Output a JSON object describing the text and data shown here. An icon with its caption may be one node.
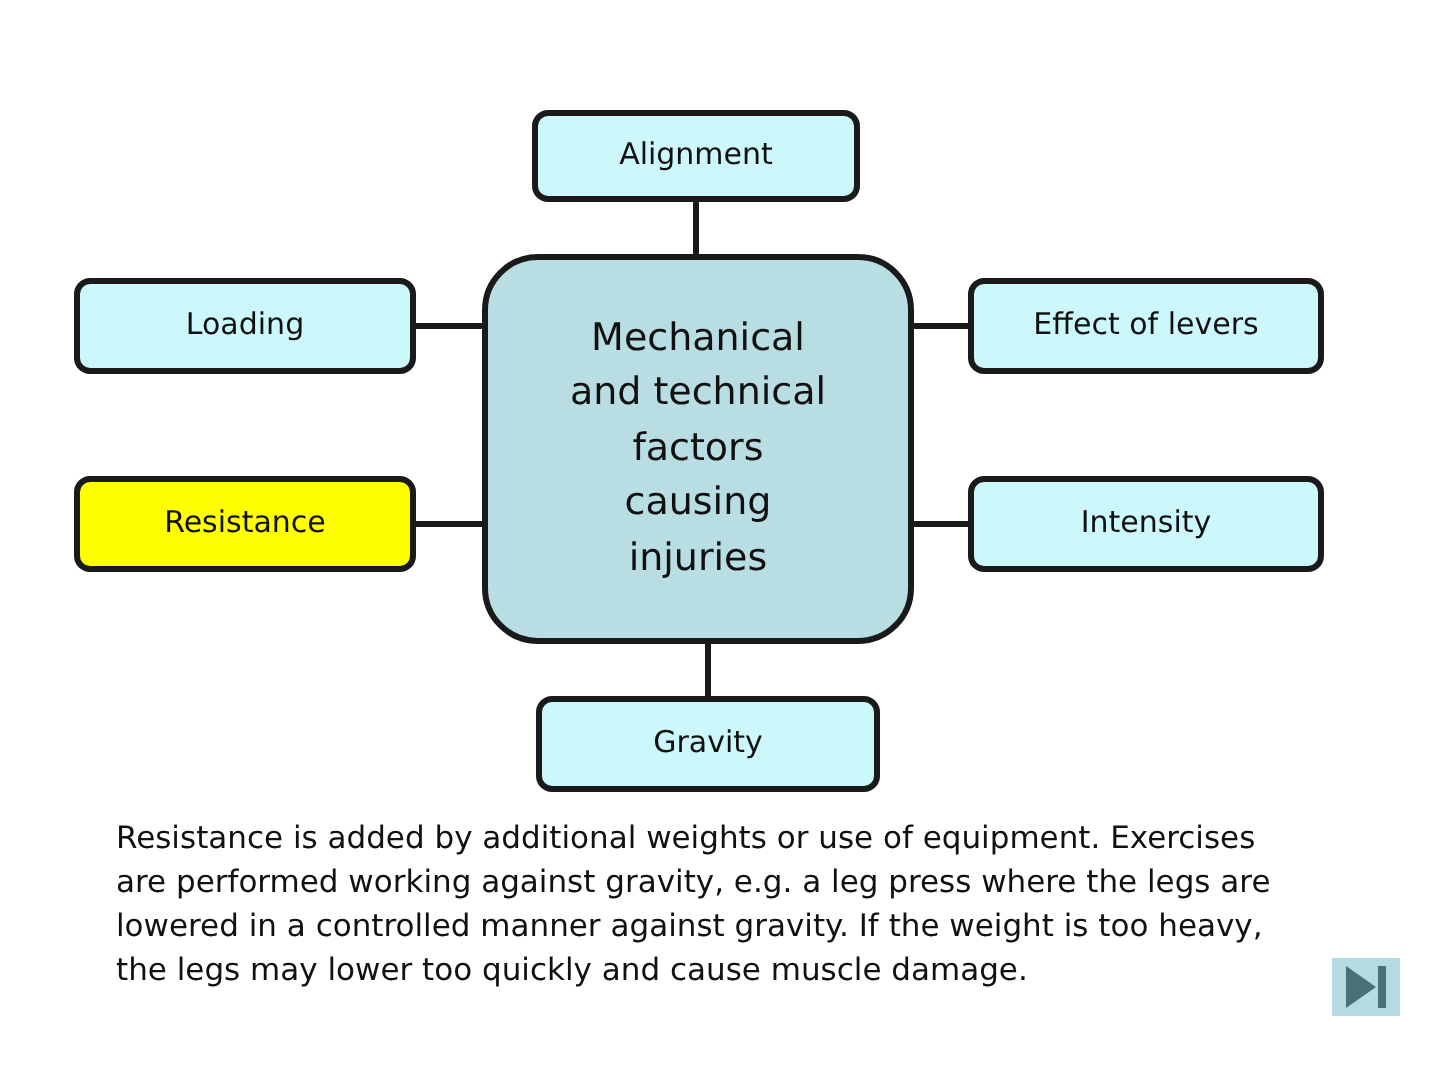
{
  "diagram": {
    "nodes": [
      {
        "text": [
          "Alignment"
        ]
      },
      {
        "text": [
          "Loading"
        ]
      },
      {
        "text": [
          "Mechanical and technical factors causing injuries"
        ]
      },
      {
        "text": [
          "Effect of levers"
        ]
      },
      {
        "text": [
          "Resistance"
        ]
      },
      {
        "text": [
          "Intensity"
        ]
      },
      {
        "text": [
          "Gravity"
        ]
      }
    ],
    "edges": [
      {
        "from": 2,
        "to": 0,
        "arrow": "none"
      },
      {
        "from": 2,
        "to": 1,
        "arrow": "none"
      },
      {
        "from": 2,
        "to": 3,
        "arrow": "none"
      },
      {
        "from": 2,
        "to": 4,
        "arrow": "none"
      },
      {
        "from": 2,
        "to": 5,
        "arrow": "none"
      },
      {
        "from": 2,
        "to": 6,
        "arrow": "none"
      }
    ],
    "labels": [
      "Resistance is added by additional weights or use of equipment. Exercises are performed working against gravity, e.g. a leg press where the legs are lowered in a controlled manner against gravity. If the weight is too heavy, the legs may lower too quickly and cause muscle damage."
    ]
  }
}
